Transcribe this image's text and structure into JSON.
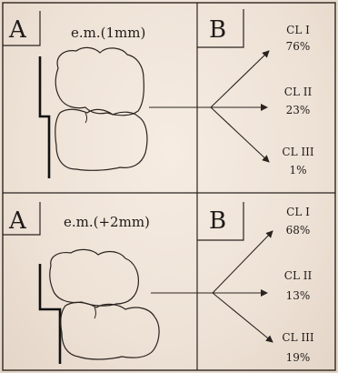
{
  "panels": [
    {
      "letter_a": "A",
      "letter_b": "B",
      "measurement": "e.m.(1mm)",
      "outcomes": [
        {
          "label": "CL I",
          "percent": "76%"
        },
        {
          "label": "CL II",
          "percent": "23%"
        },
        {
          "label": "CL III",
          "percent": "1%"
        }
      ]
    },
    {
      "letter_a": "A",
      "letter_b": "B",
      "measurement": "e.m.(+2mm)",
      "outcomes": [
        {
          "label": "CL I",
          "percent": "68%"
        },
        {
          "label": "CL II",
          "percent": "13%"
        },
        {
          "label": "CL III",
          "percent": "19%"
        }
      ]
    }
  ]
}
